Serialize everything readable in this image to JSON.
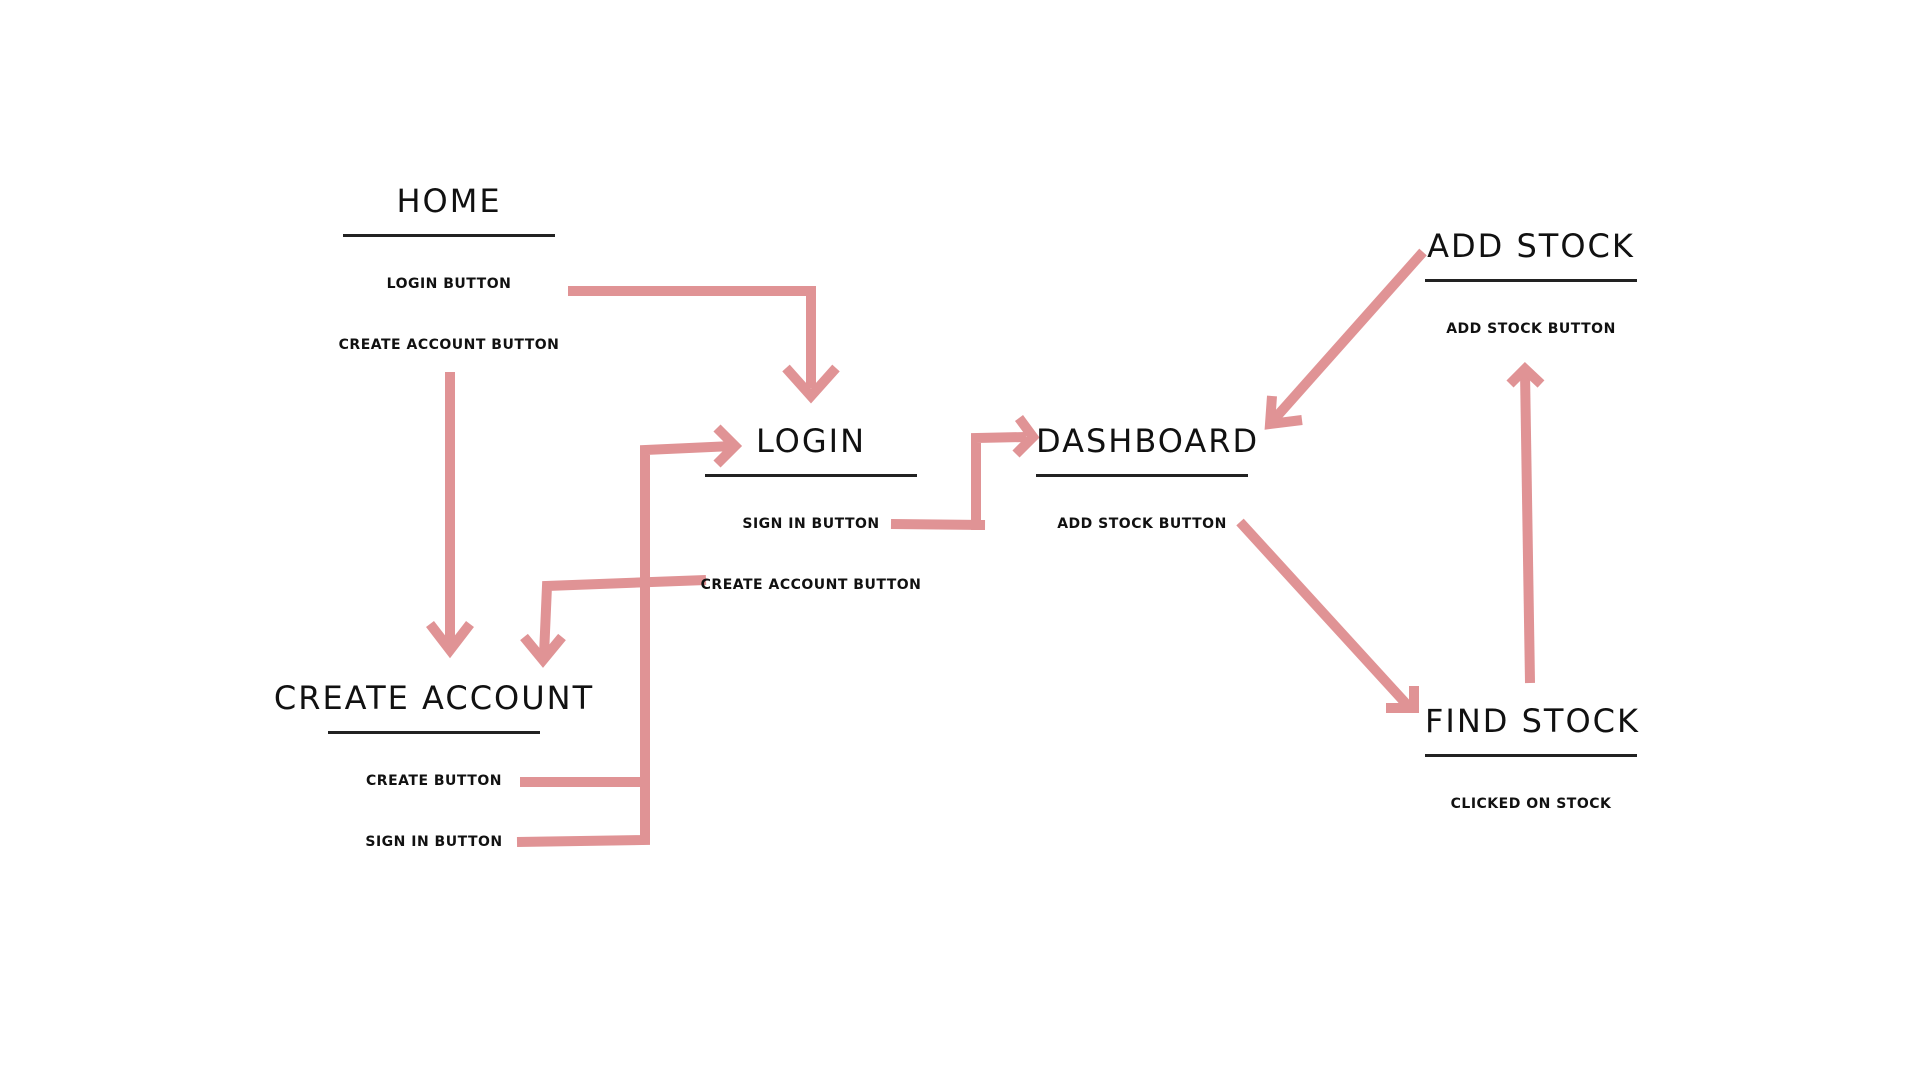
{
  "theme": {
    "arrow_color": "#e09395",
    "text_color": "#111111",
    "rule_color": "#222222",
    "background": "#ffffff"
  },
  "nodes": {
    "home": {
      "title": "HOME",
      "items": [
        "LOGIN BUTTON",
        "CREATE ACCOUNT BUTTON"
      ]
    },
    "login": {
      "title": "LOGIN",
      "items": [
        "SIGN IN BUTTON",
        "CREATE ACCOUNT BUTTON"
      ]
    },
    "dashboard": {
      "title": "DASHBOARD",
      "items": [
        "ADD STOCK BUTTON"
      ]
    },
    "add_stock": {
      "title": "ADD STOCK",
      "items": [
        "ADD STOCK BUTTON"
      ]
    },
    "create_account": {
      "title": "CREATE ACCOUNT",
      "items": [
        "CREATE BUTTON",
        "SIGN IN BUTTON"
      ]
    },
    "find_stock": {
      "title": "FIND STOCK",
      "items": [
        "CLICKED ON STOCK"
      ]
    }
  },
  "connections": [
    {
      "from": "home.login_button",
      "to": "login"
    },
    {
      "from": "home.create_account_button",
      "to": "create_account"
    },
    {
      "from": "login.sign_in_button",
      "to": "dashboard"
    },
    {
      "from": "login.create_account_button",
      "to": "create_account"
    },
    {
      "from": "create_account.create_button",
      "to": "login"
    },
    {
      "from": "create_account.sign_in_button",
      "to": "login"
    },
    {
      "from": "dashboard.add_stock_button",
      "to": "find_stock"
    },
    {
      "from": "find_stock.clicked_on_stock",
      "to": "add_stock"
    },
    {
      "from": "add_stock.add_stock_button",
      "to": "dashboard"
    }
  ]
}
